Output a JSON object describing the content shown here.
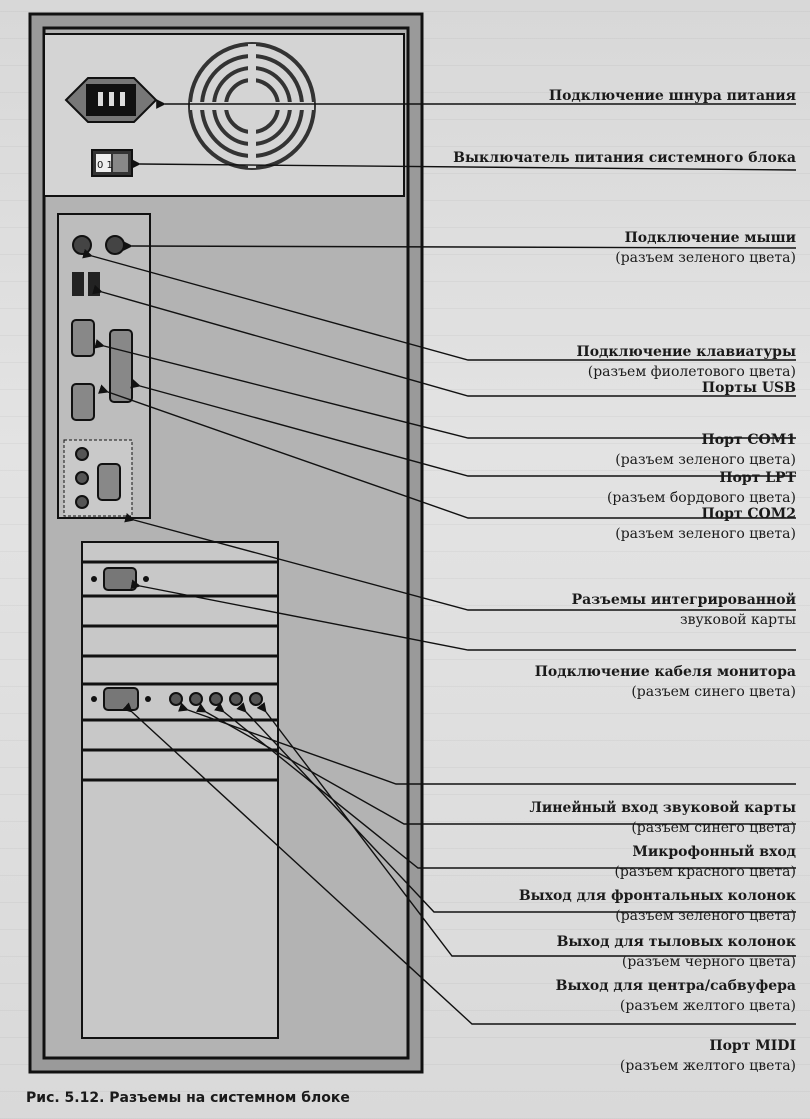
{
  "power_switch_text": "0 1",
  "labels": [
    {
      "id": "power-cord",
      "title": "Подключение шнура питания",
      "sub": ""
    },
    {
      "id": "power-switch",
      "title": "Выключатель питания системного блока",
      "sub": ""
    },
    {
      "id": "mouse",
      "title": "Подключение мыши",
      "sub": "(разъем зеленого цвета)"
    },
    {
      "id": "keyboard",
      "title": "Подключение клавиатуры",
      "sub": "(разъем фиолетового цвета)"
    },
    {
      "id": "usb",
      "title": "Порты USB",
      "sub": ""
    },
    {
      "id": "com1",
      "title": "Порт COM1",
      "sub": "(разъем зеленого цвета)"
    },
    {
      "id": "lpt",
      "title": "Порт LPT",
      "sub": "(разъем бордового цвета)"
    },
    {
      "id": "com2",
      "title": "Порт COM2",
      "sub": "(разъем зеленого цвета)"
    },
    {
      "id": "sound-integrated",
      "title": "Разъемы интегрированной",
      "sub": "звуковой карты"
    },
    {
      "id": "monitor",
      "title": "Подключение кабеля монитора",
      "sub": "(разъем синего цвета)"
    },
    {
      "id": "line-in",
      "title": "Линейный вход звуковой карты",
      "sub": "(разъем синего цвета)"
    },
    {
      "id": "mic",
      "title": "Микрофонный вход",
      "sub": "(разъем красного цвета)"
    },
    {
      "id": "front-out",
      "title": "Выход для фронтальных колонок",
      "sub": "(разъем зеленого цвета)"
    },
    {
      "id": "rear-out",
      "title": "Выход для тыловых колонок",
      "sub": "(разъем черного цвета)"
    },
    {
      "id": "center-out",
      "title": "Выход для центра/сабвуфера",
      "sub": "(разъем желтого цвета)"
    },
    {
      "id": "midi",
      "title": "Порт MIDI",
      "sub": "(разъем желтого цвета)"
    }
  ],
  "caption": "Рис. 5.12. Разъемы на системном блоке"
}
